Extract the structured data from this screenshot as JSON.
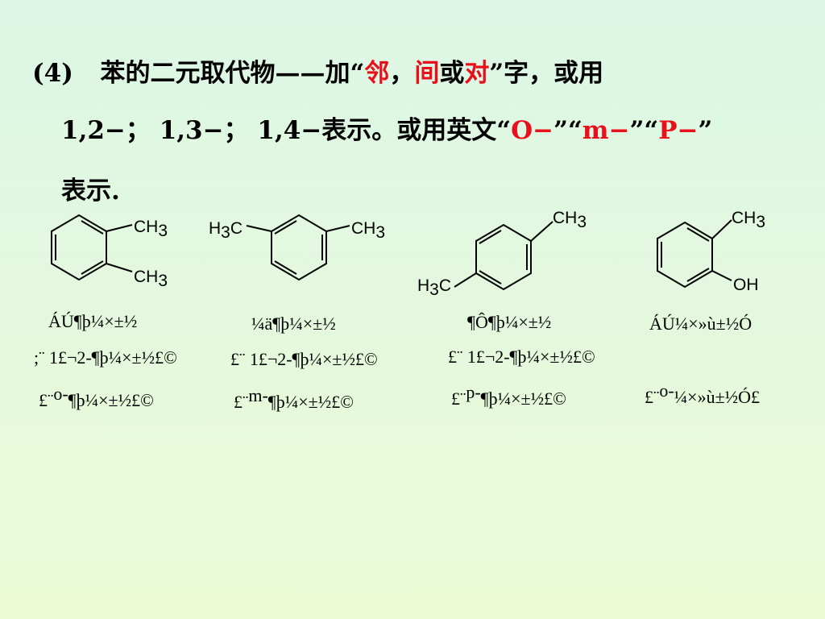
{
  "slide": {
    "line1": {
      "prefix": "(4)",
      "text_a": "苯的二元取代物——加“",
      "ortho_char": "邻",
      "sep1": "，",
      "meta_char": "间",
      "or_char": "或",
      "para_char": "对",
      "text_b": "”字，或用"
    },
    "line2": {
      "text_a": "1,2−；  1,3−；  1,4−表示。或用英文“",
      "o_prefix": "O−",
      "mid1": "”“",
      "m_prefix": "m−",
      "mid2": "”“",
      "p_prefix": "P−",
      "text_b": "”"
    },
    "line3": {
      "text": "表示."
    }
  },
  "structures": [
    {
      "name": "o-xylene",
      "labels": [
        "CH",
        "3",
        "CH",
        "3"
      ],
      "caption1": "ÁÚ¶þ¼×±½",
      "caption2": ";¨ 1£¬2-¶þ¼×±½£©",
      "caption3_prefix": "£¨",
      "caption3_letter": "o-",
      "caption3_rest": "¶þ¼×±½£©"
    },
    {
      "name": "m-xylene",
      "labels": [
        "H",
        "3",
        "C",
        "CH",
        "3"
      ],
      "caption1": "¼ä¶þ¼×±½",
      "caption2": "£¨ 1£¬2-¶þ¼×±½£©",
      "caption3_prefix": "£¨",
      "caption3_letter": "m-",
      "caption3_rest": "¶þ¼×±½£©"
    },
    {
      "name": "p-xylene",
      "labels": [
        "CH",
        "3",
        "H",
        "3",
        "C"
      ],
      "caption1": "¶Ô¶þ¼×±½",
      "caption2": "£¨ 1£¬2-¶þ¼×±½£©",
      "caption3_prefix": "£¨",
      "caption3_letter": "p-",
      "caption3_rest": "¶þ¼×±½£©"
    },
    {
      "name": "o-cresol",
      "labels": [
        "CH",
        "3",
        "OH"
      ],
      "caption1": "ÁÚ¼×»ù±½Ó",
      "caption2": "",
      "caption3_prefix": "£¨",
      "caption3_letter": "o-",
      "caption3_rest": "¼×»ù±½Ó£"
    }
  ],
  "colors": {
    "highlight": "#e8101a",
    "background_top": "#dcf7e6",
    "background_bottom": "#ecfbd6"
  }
}
